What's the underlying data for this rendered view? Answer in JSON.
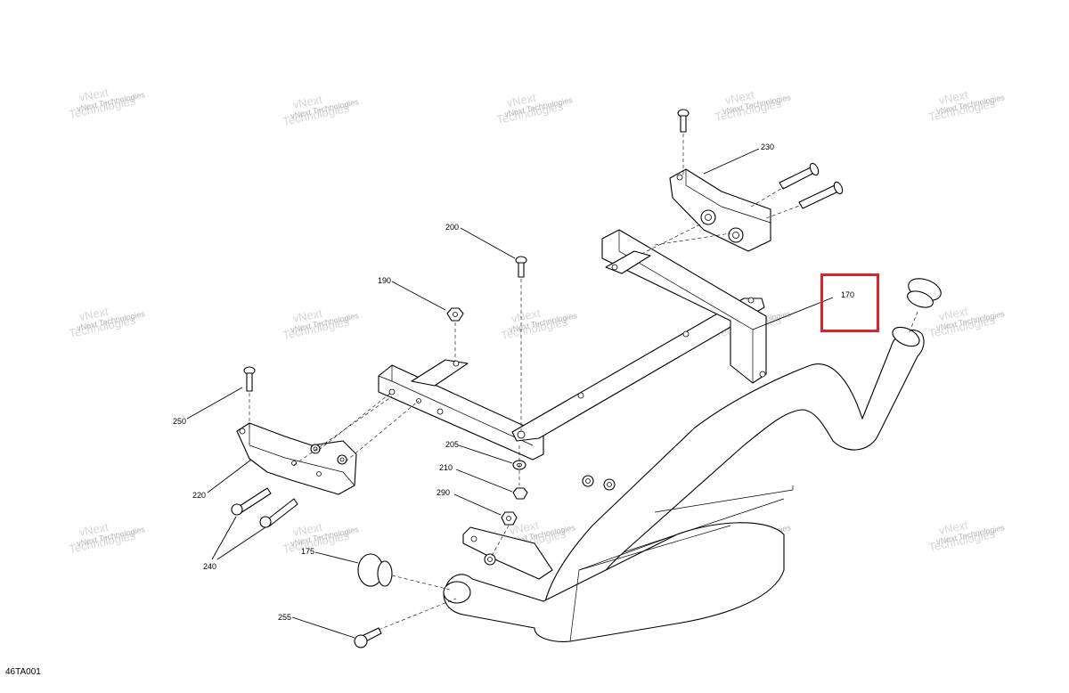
{
  "drawing_code": "46TA001",
  "watermark": {
    "line1": "vNext",
    "line2": "Technologies",
    "full": "vNext Technologies"
  },
  "highlight": {
    "label": "170",
    "color": "#d8262b"
  },
  "parts": [
    {
      "ref": "230"
    },
    {
      "ref": "200"
    },
    {
      "ref": "190"
    },
    {
      "ref": "170"
    },
    {
      "ref": "250"
    },
    {
      "ref": "220"
    },
    {
      "ref": "205"
    },
    {
      "ref": "210"
    },
    {
      "ref": "290"
    },
    {
      "ref": "240"
    },
    {
      "ref": "175"
    },
    {
      "ref": "255"
    }
  ]
}
